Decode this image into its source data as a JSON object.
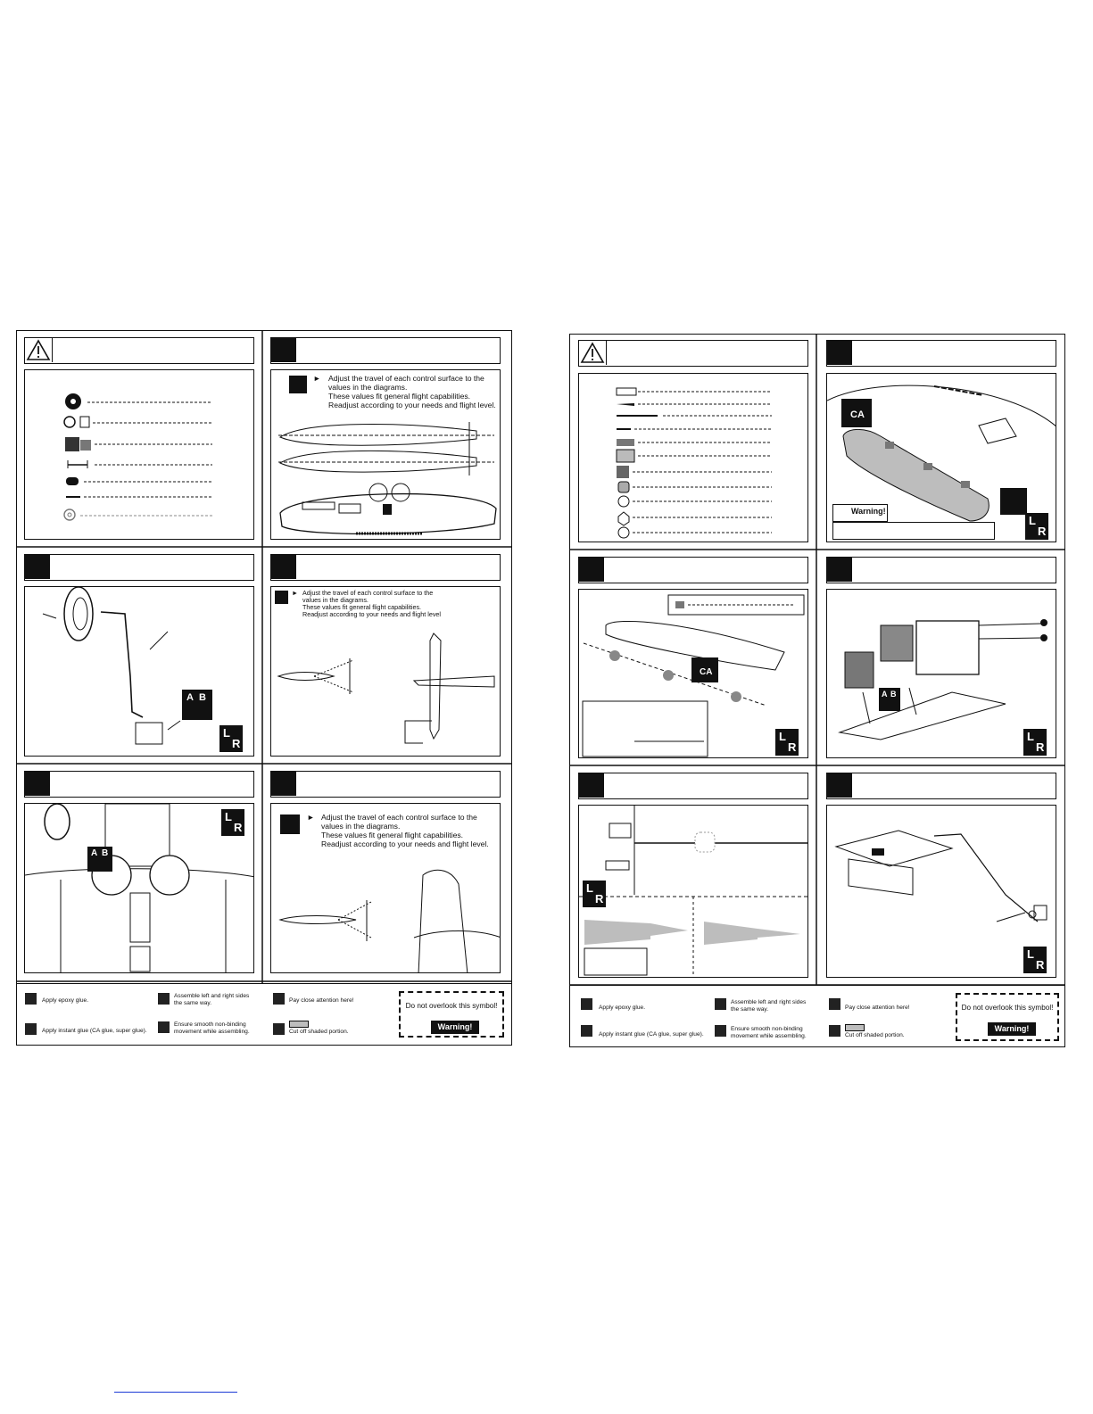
{
  "control_note": {
    "arrow": "►",
    "line1": "Adjust the travel of each control surface to the",
    "line2": "values in the diagrams.",
    "line3": "These values fit general flight capabilities.",
    "line4": "Readjust according to your needs and flight level.",
    "line4_variant": "Readjust according to your needs and flight level"
  },
  "legend": {
    "epoxy": "Apply epoxy glue.",
    "ca": "Apply instant glue (CA glue, super glue).",
    "lr_line1": "Assemble left and right sides",
    "lr_line2": "the same way.",
    "smooth_line1": "Ensure smooth non-binding",
    "smooth_line2": "movement while assembling.",
    "attention": "Pay close attention here!",
    "cut": "Cut off shaded portion.",
    "dont_overlook": "Do not overlook this symbol!",
    "warning": "Warning!"
  },
  "symbols": {
    "ab_a": "A",
    "ab_b": "B",
    "ca": "CA",
    "lr_l": "L",
    "lr_r": "R"
  },
  "icons": [
    "warning-triangle-icon",
    "pointing-hand-icon",
    "epoxy-ab-icon",
    "ca-glue-icon",
    "left-right-icon",
    "smooth-movement-icon",
    "cut-shaded-icon"
  ],
  "colors": {
    "ink": "#111111",
    "shade": "#bdbdbd",
    "link": "#1a3ad6"
  }
}
